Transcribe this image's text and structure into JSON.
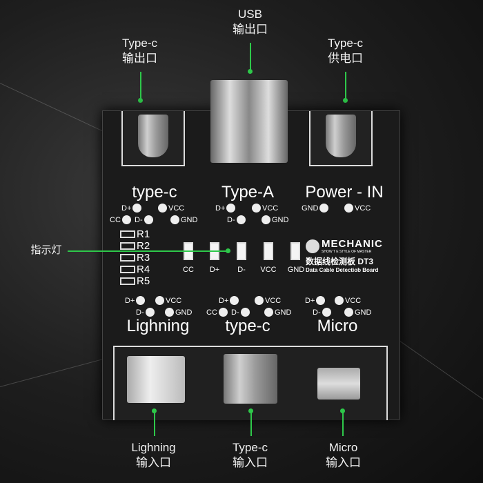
{
  "callouts": {
    "usb": {
      "line1": "USB",
      "line2": "输出口"
    },
    "typec_out": {
      "line1": "Type-c",
      "line2": "输出口"
    },
    "typec_power": {
      "line1": "Type-c",
      "line2": "供电口"
    },
    "indicator": "指示灯",
    "lightning_in": {
      "line1": "Lighning",
      "line2": "输入口"
    },
    "typec_in": {
      "line1": "Type-c",
      "line2": "输入口"
    },
    "micro_in": {
      "line1": "Micro",
      "line2": "输入口"
    }
  },
  "board": {
    "top_titles": [
      "type-c",
      "Type-A",
      "Power - IN"
    ],
    "typec_pins": [
      "D+",
      "VCC",
      "CC",
      "D-",
      "GND"
    ],
    "typea_pins": [
      "D+",
      "VCC",
      "D-",
      "GND"
    ],
    "power_pins": [
      "GND",
      "VCC"
    ],
    "resistors": [
      "R1",
      "R2",
      "R3",
      "R4",
      "R5"
    ],
    "leds": [
      "CC",
      "D+",
      "D-",
      "VCC",
      "GND"
    ],
    "brand": {
      "name": "MECHANIC",
      "slogan": "SHOW T E STYLE OF MASTER",
      "product_cn": "数据线检测板",
      "model": "DT3",
      "product_en": "Data Cable Detectiob Board"
    },
    "bottom_titles": [
      "Lighning",
      "type-c",
      "Micro"
    ],
    "lightning_pins": [
      "D+",
      "VCC",
      "D-",
      "GND"
    ],
    "typec_in_pins": [
      "D+",
      "VCC",
      "CC",
      "D-",
      "GND"
    ],
    "micro_pins": [
      "D+",
      "VCC",
      "D-",
      "GND"
    ]
  }
}
